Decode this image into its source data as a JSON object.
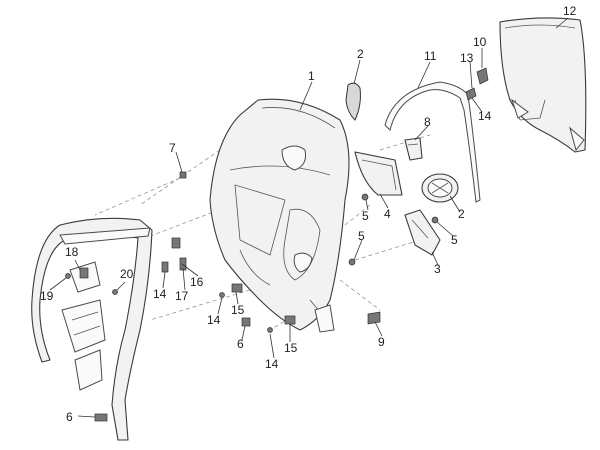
{
  "diagram": {
    "callouts": {
      "c1": "1",
      "c2a": "2",
      "c2b": "2",
      "c3": "3",
      "c4": "4",
      "c5a": "5",
      "c5b": "5",
      "c5c": "5",
      "c6a": "6",
      "c6b": "6",
      "c7": "7",
      "c8": "8",
      "c9": "9",
      "c10": "10",
      "c11": "11",
      "c12": "12",
      "c13": "13",
      "c14a": "14",
      "c14b": "14",
      "c14c": "14",
      "c14d": "14",
      "c15a": "15",
      "c15b": "15",
      "c16": "16",
      "c17": "17",
      "c18": "18",
      "c19": "19",
      "c20": "20"
    },
    "icons": {
      "leg_shield": "leg-shield-icon",
      "glove_box": "glove-box-icon",
      "front_frame": "front-frame-icon",
      "trim": "trim-strip-icon",
      "cover_panel": "cover-panel-icon",
      "cap": "filler-cap-icon",
      "screw": "screw-icon",
      "clip": "clip-icon"
    }
  }
}
